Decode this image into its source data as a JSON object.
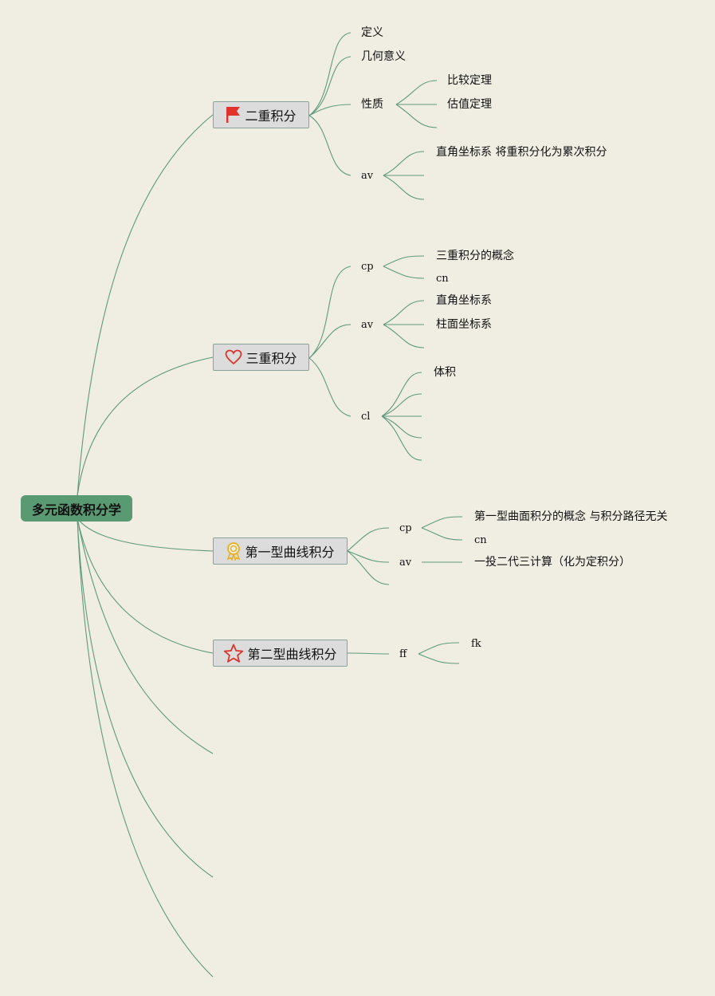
{
  "root": "多元函数积分学",
  "topics": {
    "double": {
      "title": "二重积分",
      "icon": "flag-icon",
      "children": {
        "definition": "定义",
        "geometry": "几何意义",
        "property": {
          "label": "性质",
          "items": [
            "比较定理",
            "估值定理"
          ]
        },
        "av": {
          "label": "av",
          "items": [
            "直角坐标系 将重积分化为累次积分"
          ]
        }
      }
    },
    "triple": {
      "title": "三重积分",
      "icon": "heart-icon",
      "children": {
        "cp": {
          "label": "cp",
          "items": [
            "三重积分的概念",
            "cn"
          ]
        },
        "av": {
          "label": "av",
          "items": [
            "直角坐标系",
            "柱面坐标系"
          ]
        },
        "cl": {
          "label": "cl",
          "items": [
            "体积"
          ]
        }
      }
    },
    "line1": {
      "title": "第一型曲线积分",
      "icon": "award-ribbon-icon",
      "children": {
        "cp": {
          "label": "cp",
          "items": [
            "第一型曲面积分的概念 与积分路径无关",
            "cn"
          ]
        },
        "av": {
          "label": "av",
          "items": [
            "一投二代三计算（化为定积分）"
          ]
        }
      }
    },
    "line2": {
      "title": "第二型曲线积分",
      "icon": "star-icon",
      "children": {
        "ff": {
          "label": "ff",
          "items": [
            "fk"
          ]
        }
      }
    }
  },
  "colors": {
    "background": "#f0ede3",
    "root_fill": "#5a9a72",
    "connector": "#5e9a7e",
    "topic_fill": "#dcdcdc",
    "flag": "#e0332b",
    "heart": "#d9352c",
    "award": "#e8b020",
    "star": "#d9352c"
  }
}
